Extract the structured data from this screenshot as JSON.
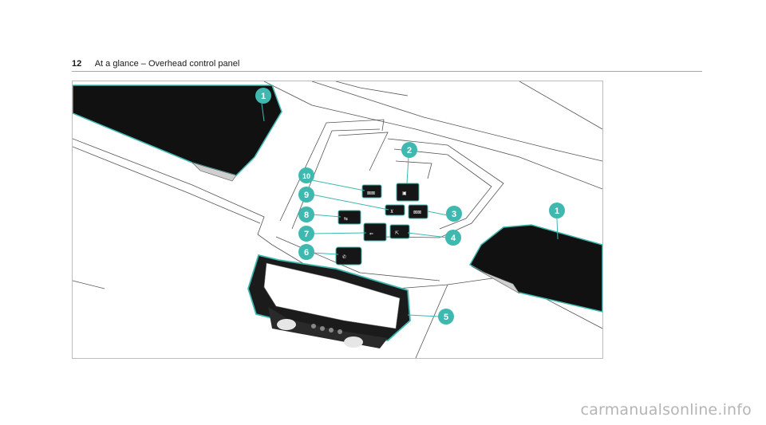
{
  "header": {
    "page_number": "12",
    "title": "At a glance – Overhead control panel"
  },
  "figure": {
    "callouts": [
      "1",
      "2",
      "3",
      "4",
      "5",
      "6",
      "7",
      "8",
      "9",
      "10",
      "1"
    ],
    "accent_color": "#3fb8b0"
  },
  "watermark": "carmanualsonline.info"
}
